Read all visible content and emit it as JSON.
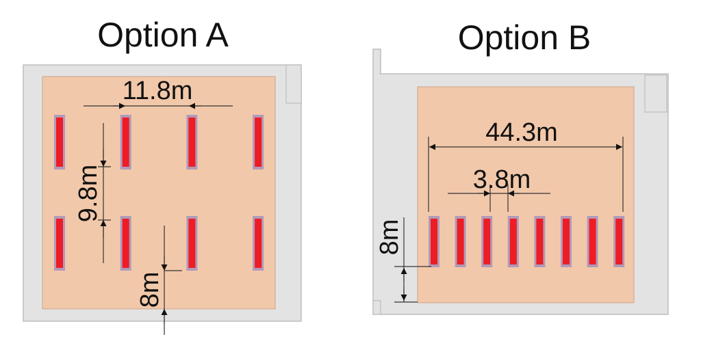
{
  "colors": {
    "wall": "#e3e3e3",
    "wall_edge": "#bdbdbd",
    "floor": "#f2c8aa",
    "floor_edge": "#c9a58c",
    "unit_frame": "#b09ab8",
    "unit_core": "#ee1c25",
    "ink": "#111111"
  },
  "option_a": {
    "title": "Option A",
    "rows": 2,
    "columns": 4,
    "labels": {
      "column_spacing": "11.8m",
      "row_spacing": "9.8m",
      "edge_clearance": "8m"
    }
  },
  "option_b": {
    "title": "Option B",
    "rows": 1,
    "columns": 8,
    "labels": {
      "overall_width": "44.3m",
      "column_spacing": "3.8m",
      "edge_clearance": "8m"
    }
  }
}
